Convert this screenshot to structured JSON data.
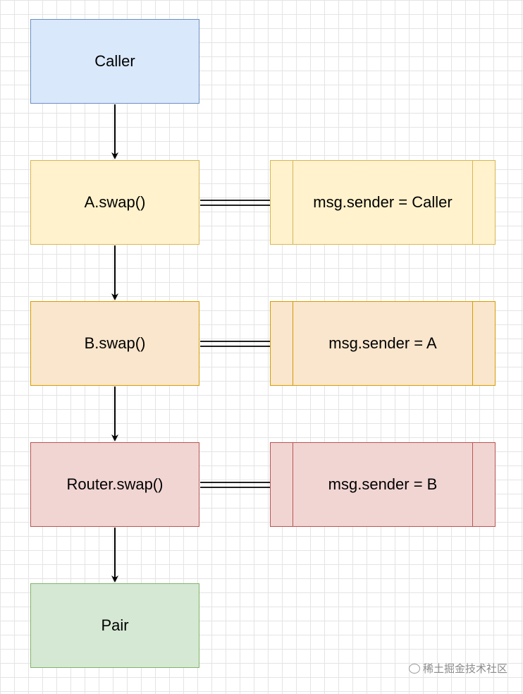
{
  "nodes": {
    "caller": "Caller",
    "a_swap": "A.swap()",
    "b_swap": "B.swap()",
    "router_swap": "Router.swap()",
    "pair": "Pair"
  },
  "context": {
    "a_sender": "msg.sender = Caller",
    "b_sender": "msg.sender = A",
    "router_sender": "msg.sender = B"
  },
  "watermark": "稀土掘金技术社区",
  "colors": {
    "caller_fill": "#dae8fc",
    "caller_stroke": "#6c8ebf",
    "a_fill": "#fff2cc",
    "a_stroke": "#d6b656",
    "b_fill": "#f9e6cc",
    "b_stroke": "#d79b00",
    "router_fill": "#f1d5d3",
    "router_stroke": "#b85450",
    "pair_fill": "#d5e8d4",
    "pair_stroke": "#82b366"
  }
}
